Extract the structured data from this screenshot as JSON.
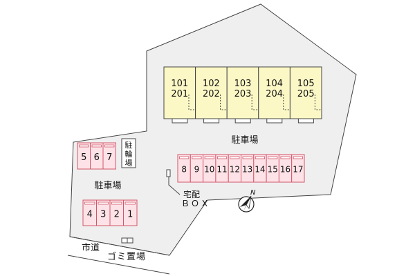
{
  "map": {
    "units": [
      {
        "top": "101",
        "bottom": "201"
      },
      {
        "top": "102",
        "bottom": "202"
      },
      {
        "top": "103",
        "bottom": "203"
      },
      {
        "top": "104",
        "bottom": "204"
      },
      {
        "top": "105",
        "bottom": "205"
      }
    ],
    "parking_right_label": "駐車場",
    "parking_left_label": "駐車場",
    "bicycle_parking_chars": [
      "駐",
      "輪",
      "場"
    ],
    "delivery_box_line1": "宅配",
    "delivery_box_line2": "ＢＯＸ",
    "north_label": "N",
    "city_road_label": "市道",
    "garbage_area_label": "ゴミ置場",
    "spaces_top_left": [
      "5",
      "6",
      "7"
    ],
    "spaces_bottom_left": [
      "4",
      "3",
      "2",
      "1"
    ],
    "spaces_right": [
      "8",
      "9",
      "10",
      "11",
      "12",
      "13",
      "14",
      "15",
      "16",
      "17"
    ],
    "colors": {
      "lot_fill": "#efefef",
      "building_fill": "#fbf8c6",
      "parking_fill": "#fde3e7",
      "parking_stroke": "#d2566a",
      "outline": "#444444"
    }
  }
}
